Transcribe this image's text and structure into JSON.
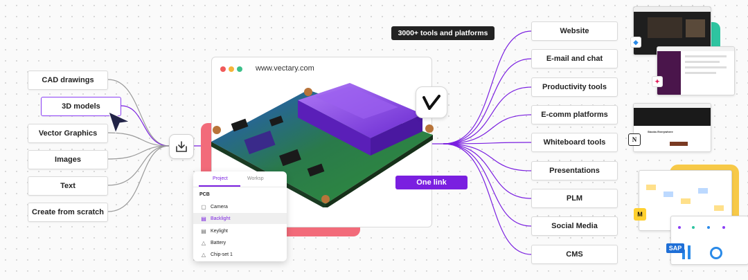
{
  "inputs": [
    {
      "label": "CAD drawings"
    },
    {
      "label": "3D models"
    },
    {
      "label": "Vector Graphics"
    },
    {
      "label": "Images"
    },
    {
      "label": "Text"
    },
    {
      "label": "Create from scratch"
    }
  ],
  "browser": {
    "url": "www.vectary.com"
  },
  "badge": "3000+ tools and platforms",
  "one_link": "One link",
  "outputs": [
    {
      "label": "Website"
    },
    {
      "label": "E-mail and chat"
    },
    {
      "label": "Productivity tools"
    },
    {
      "label": "E-comm platforms"
    },
    {
      "label": "Whiteboard tools"
    },
    {
      "label": "Presentations"
    },
    {
      "label": "PLM"
    },
    {
      "label": "Social Media"
    },
    {
      "label": "CMS"
    }
  ],
  "panel": {
    "tabs": [
      "Project",
      "Worksp"
    ],
    "group": "PCB",
    "items": [
      {
        "label": "Camera",
        "icon": "camera-icon"
      },
      {
        "label": "Backlight",
        "icon": "light-icon"
      },
      {
        "label": "Keylight",
        "icon": "light-icon"
      },
      {
        "label": "Battery",
        "icon": "mesh-icon"
      },
      {
        "label": "Chip-set 1",
        "icon": "mesh-icon"
      }
    ]
  },
  "thumbs": {
    "ecomm_headline": "Stocks Everywhere",
    "sap_label": "SAP"
  },
  "colors": {
    "accent": "#7a1fe0",
    "wire_purple": "#7a1fe0",
    "wire_gray": "#9a9a9a",
    "pink": "#f26b7a",
    "teal": "#2ec4a0",
    "yellow": "#f7c948"
  }
}
